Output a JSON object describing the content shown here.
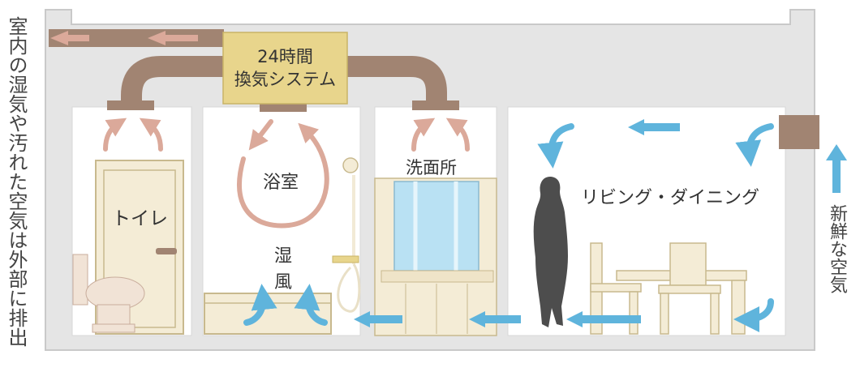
{
  "labels": {
    "exhaust_note": "室内の湿気や汚れた空気は外部に排出",
    "fresh_air": "新鮮な空気",
    "system_line1": "24時間",
    "system_line2": "換気システム",
    "toilet": "トイレ",
    "bathroom": "浴室",
    "humid_wind_line1": "湿",
    "humid_wind_line2": "風",
    "washroom": "洗面所",
    "living_dining": "リビング・ダイニング"
  },
  "colors": {
    "house": "#e5e5e5",
    "house_border": "#c9c9c9",
    "duct": "#a18472",
    "system_box": "#e8d58c",
    "exhaust_arrow": "#dba99a",
    "fresh_arrow": "#5fb4dc",
    "fixture": "#f4ecd6",
    "fixture_edge": "#c8b98e",
    "silhouette": "#4d4d4d"
  }
}
